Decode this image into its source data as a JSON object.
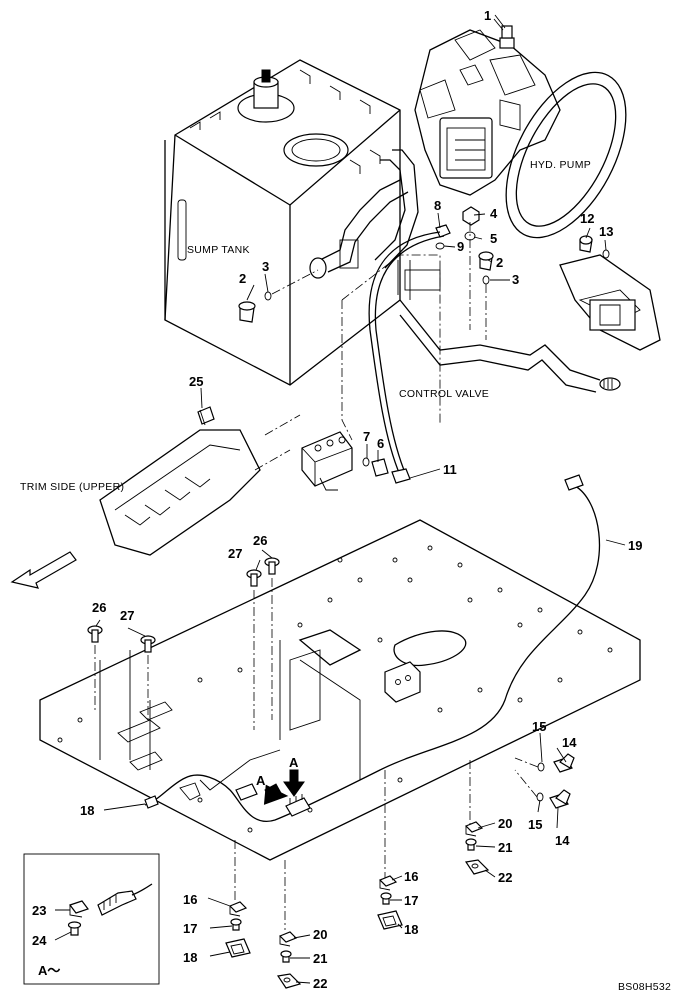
{
  "labels": {
    "sump_tank": "SUMP TANK",
    "hyd_pump": "HYD. PUMP",
    "control_valve": "CONTROL VALVE",
    "trim_side": "TRIM SIDE (UPPER)",
    "view_a": "A",
    "view_a_inset": "A～",
    "drawing_code": "BS08H532"
  },
  "callouts": {
    "c1": "1",
    "c2a": "2",
    "c3a": "3",
    "c4": "4",
    "c5": "5",
    "c2b": "2",
    "c3b": "3",
    "c6": "6",
    "c7": "7",
    "c8": "8",
    "c9": "9",
    "c11": "11",
    "c12": "12",
    "c13": "13",
    "c14a": "14",
    "c14b": "14",
    "c15a": "15",
    "c15b": "15",
    "c16a": "16",
    "c16b": "16",
    "c17a": "17",
    "c17b": "17",
    "c18a": "18",
    "c18b": "18",
    "c18c": "18",
    "c19": "19",
    "c20a": "20",
    "c20b": "20",
    "c21a": "21",
    "c21b": "21",
    "c22a": "22",
    "c22b": "22",
    "c23": "23",
    "c24": "24",
    "c25": "25",
    "c26a": "26",
    "c26b": "26",
    "c27a": "27",
    "c27b": "27"
  }
}
